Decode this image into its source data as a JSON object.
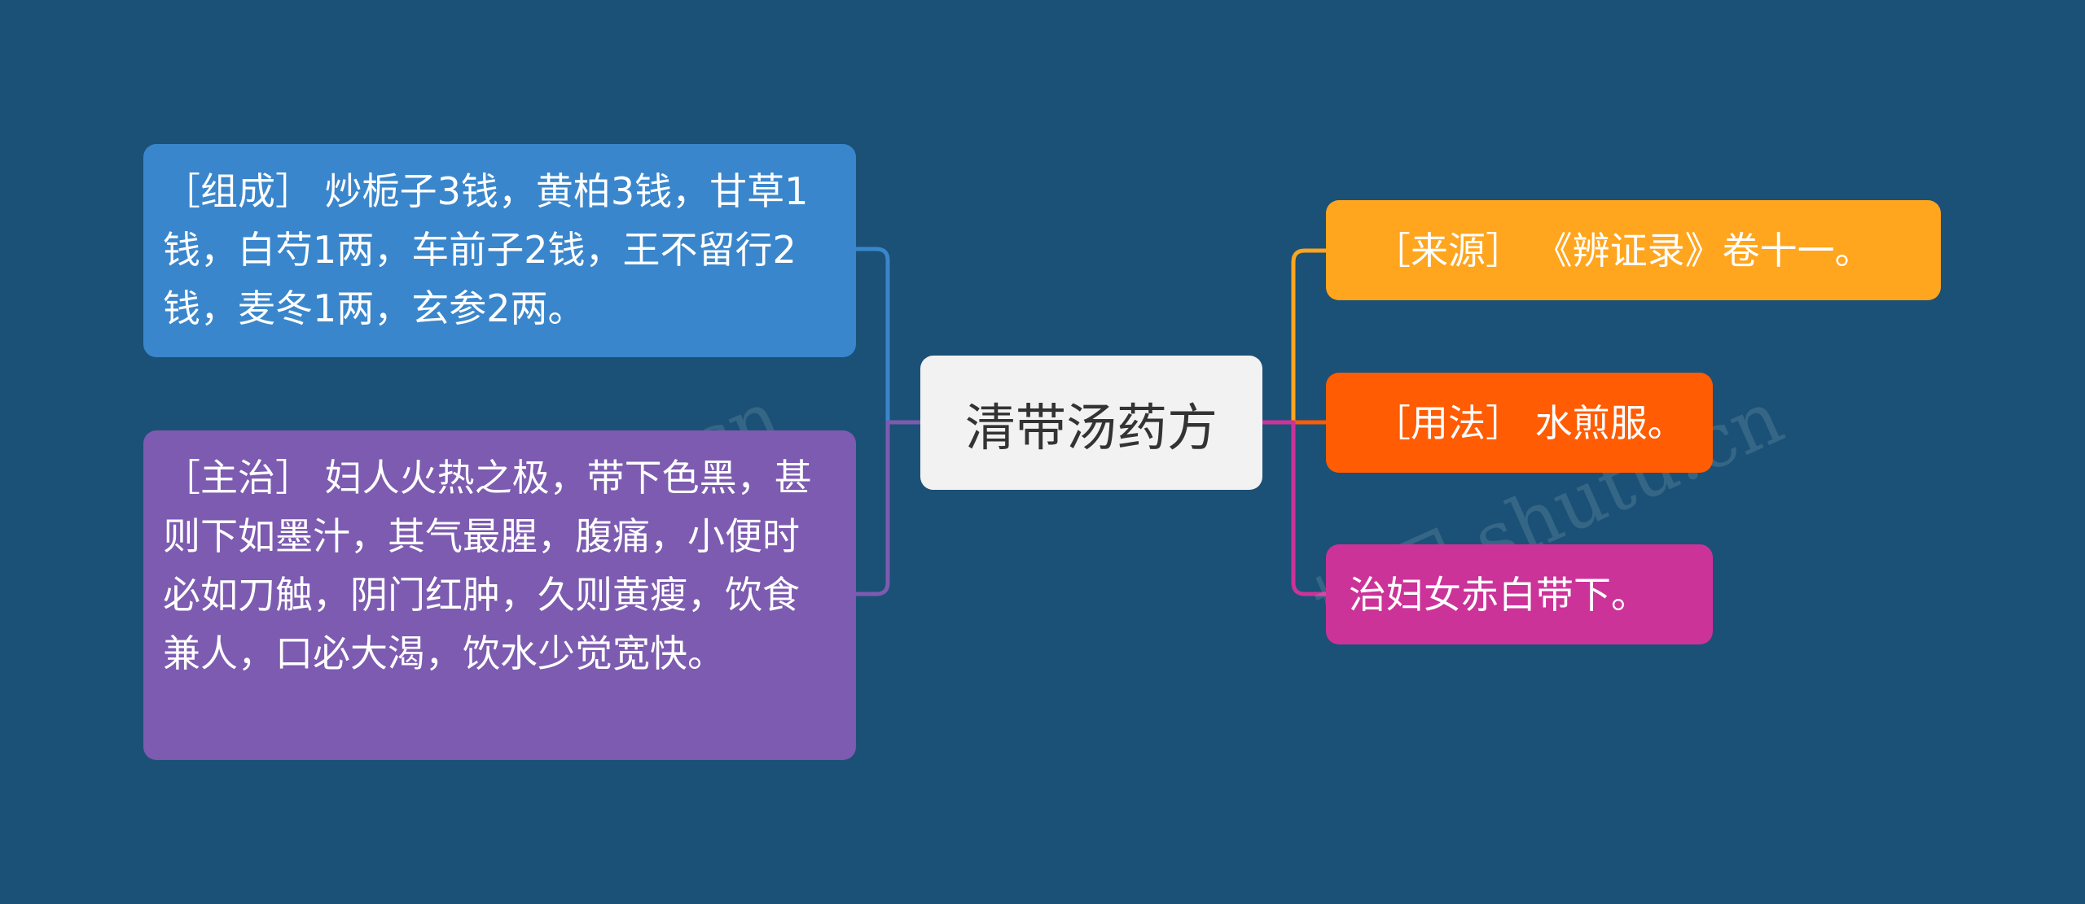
{
  "diagram": {
    "center": {
      "label": "清带汤药方"
    },
    "left_nodes": [
      {
        "label": "［组成］ 炒栀子3钱，黄柏3钱，甘草1钱，白芍1两，车前子2钱，王不留行2钱，麦冬1两，玄参2两。"
      },
      {
        "label": "［主治］ 妇人火热之极，带下色黑，甚则下如墨汁，其气最腥，腹痛，小便时必如刀触，阴门红肿，久则黄瘦，饮食兼人，口必大渴，饮水少觉宽快。"
      }
    ],
    "right_nodes": [
      {
        "label": "［来源］ 《辨证录》卷十一。"
      },
      {
        "label": "［用法］ 水煎服。"
      },
      {
        "label": "治妇女赤白带下。"
      }
    ],
    "watermark": "树图 shutu.cn"
  },
  "colors": {
    "background": "#1b5176",
    "center_fill": "#f2f2f2",
    "center_text": "#333333",
    "composition": "#3a86cc",
    "indication": "#7c5bb0",
    "source": "#ffa51e",
    "usage": "#ff5c03",
    "efficacy": "#cc3399",
    "connector_left_1": "#3a86cc",
    "connector_left_2": "#7c5bb0",
    "connector_right_1": "#ffa51e",
    "connector_right_2": "#ff5c03",
    "connector_right_3": "#cc3399"
  }
}
